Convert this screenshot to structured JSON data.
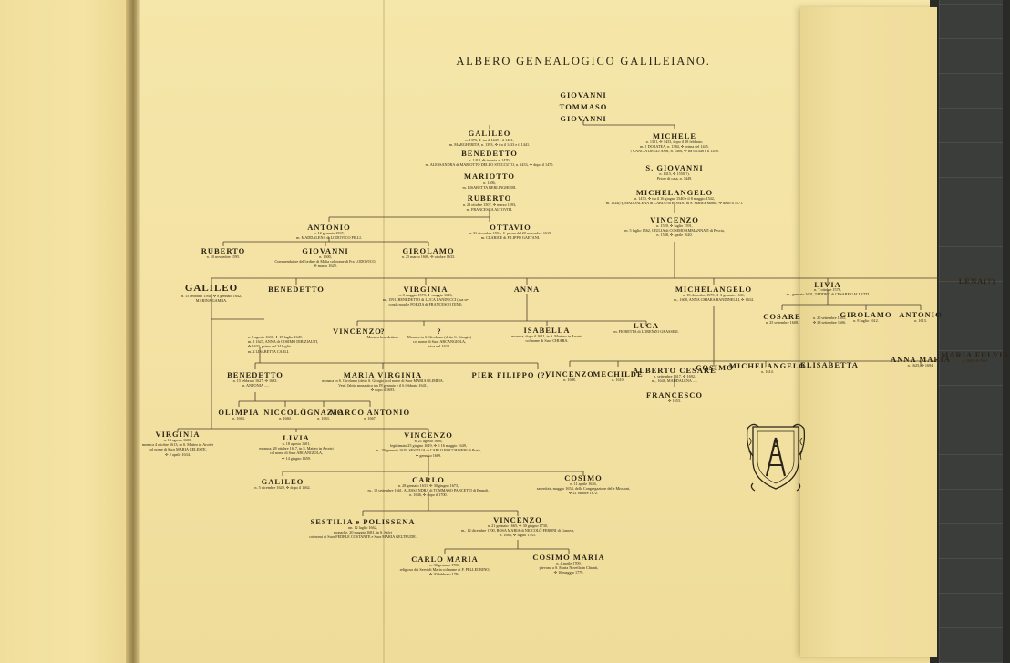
{
  "title": "ALBERO GENEALOGICO GALILEIANO.",
  "n": {
    "giovanni0": "GIOVANNI",
    "tommaso": "TOMMASO",
    "giovanni1": "GIOVANNI",
    "galileo0": "GALILEO",
    "michele": "MICHELE",
    "benedetto0": "BENEDETTO",
    "sgiovanni": "S. GIOVANNI",
    "mariotto": "MARIOTTO",
    "michelangelo0": "MICHELANGELO",
    "ruberto0": "RUBERTO",
    "vincenzo0": "VINCENZO",
    "antonio0": "ANTONIO",
    "ottavio": "OTTAVIO",
    "ruberto1": "RUBERTO",
    "giovanni2": "GIOVANNI",
    "girolamo0": "GIROLAMO",
    "galileo1": "GALILEO",
    "benedetto1": "BENEDETTO",
    "virginia0": "VIRGINIA",
    "anna": "ANNA",
    "michelangelo1": "MICHELANGELO",
    "livia0": "LIVIA",
    "lenati": "LENA(?)",
    "cosare": "COSARE",
    "girolamo1": "GIROLAMO",
    "antonio1": "ANTONIO",
    "vincenzo1": "VINCENZO",
    "isabella": "ISABELLA",
    "luca": "LUCA",
    "benedetto2": "BENEDETTO",
    "mariavirginia": "MARIA VIRGINIA",
    "pierfilippo": "PIER FILIPPO (?)",
    "vincenzo2": "VINCENZO",
    "mechilde": "MECHILDE",
    "albertocesare": "ALBERTO CESARE",
    "cosimo0": "COSIMO",
    "michelangelo2": "MICHELANGELO",
    "elisabetta": "ELISABETTA",
    "annamaria": "ANNA MARIA",
    "mariafulvia": "MARIA FULVIA",
    "francesco": "FRANCESCO",
    "olimpia": "OLIMPIA",
    "niccolo": "NICCOLÒ",
    "ignazio": "IGNAZIO",
    "marcoantonio": "MARCO ANTONIO",
    "virginia1": "VIRGINIA",
    "livia1": "LIVIA",
    "vincenzo3": "VINCENZO",
    "galileo2": "GALILEO",
    "carlo": "CARLO",
    "cosimo1": "COSIMO",
    "sestilia": "SESTILIA e POLISSENA",
    "vincenzo4": "VINCENZO",
    "carlomaria": "CARLO MARIA",
    "cosimomaria": "COSIMO MARIA"
  },
  "s": {
    "galileo0": "n. 1370, ✣ tra il 1449 e il 1451,\nm. MARGHERITA, n. 1393, ✣ tra il 1433 e il 1441.",
    "michele": "n. 1381, ✣ 1433, dopo il 28 febbraio.\nm. { DORATEA, n. 1384, ✣ prima del 1445.\n      { CANCIA DEGLI ASSI, n. 1406, ✣ tra il 1446 e il 1458.",
    "benedetto0": "n. 1418, ✣ tutavia al 1470,\nm. ALESSANDRA di MARIOTTO DELLO STECCUTO, n. 1433, ✣ dopo il 1470.",
    "sgiovanni": "n. 1415, ✣ 1550(?).\nPriore di casa, n. 1449.",
    "mariotto": "n. 1406,\nm. LISABETTA BERLINGHIERI.",
    "michelangelo0": "n. 1470, ✣ tra il 16 giugno 1540 e il 8 maggio 1542,\nm. 1524(?), MADDALENA di CARLO di BONDO di S. Maria a Monte, ✣ dopo il 1571.",
    "ruberto0": "n. 28 ottobre 1507, ✣ marzo 1593,\nm. FRANCESCA ALTOVITI.",
    "vincenzo0": "n. 1520, ✣ luglio 1591,\nm. 5 luglio 1562, GIULIA di COSIMO AMMANNATI di Pescia,\nn. 1538, ✣ aprile 1620.",
    "antonio0": "n. 12 gennaio 1567,\nm. MADDALENA di LODOVICO PILLI.",
    "ottavio": "n. 31 dicembre 1554, ✣ prima del 20 novembre 1615,\nm. CLARICE di FILIPPO GAETANI.",
    "ruberto1": "n. 10 novembre 1595.",
    "giovanni2": "n. 1600,\nCommendatore dell'ordine di Malta col nome di Fra LODOVICO,\n✣ marzo 1629.",
    "girolamo0": "n. 25 marzo 1606, ✣ ottobre 1633.",
    "galileo1": "n. 15 febbraio 1564, ✣ 8 gennaio 1642,\nMARINA GAMBA.",
    "virginia0": "n. 8 maggio 1573, ✣ maggio 1623,\nm., 1591, BENEDETTO di LUCA LANDUCCI (sua se-\nconda moglie PORZIA di FRANCESCO DINI).",
    "michelangelo1": "n. 18 dicembre 1575, ✣ 3 gennaio 1631,\nm., 1608, ANNA CHIARA BANDINELLI, ✣ 1634.",
    "livia0": "n. 7 ottobre 1578,\nm., gennaio 1601, TADDEO di CESARE GALLETTI",
    "cosare": "n. 25 settembre 1608.",
    "cosare2": "n. 20 settembre 1605,\n✣ 28 settembre 1606.",
    "girolamo1": "n. 8 luglio 1612.",
    "antonio1": "n. 1613.",
    "vincenzo1": "n. 5 agosto 1606, ✣ 15 luglio 1649.\nm. 1 1627, ANNA di COSIMO DIBIZIAUTI,\n✣ 1633, prima del 24 luglio.\nm. 2 LISABETTA CARLI.",
    "monaco": "Monaca benedettina.",
    "monaca": "Monaca in S. Girolamo (detto S. Giorgio)\ncol nome di Suor ARCANGIOLA,\nviva nel 1628.",
    "isabella": "monaca, dopo il 1611, in S. Martino in Arcetri\ncol nome di Suor CHIARA.",
    "luca": "m. FIORETTA di LORENZO GRASSINI.",
    "benedetto2": "n. 15 febbraio 1627, ✣ 1633.\nm. ANTONIA .....",
    "mariavirginia": "monaca in S. Girolamo (detto S. Giorgio) col nome di Suor MARIA OLIMPIA.\nVestì l'abito monastico tra l'8 gennaio e il 6 febbraio 1641,\n✣ dopo il 1693.",
    "vincenzo2": "n. 1608.",
    "mechilde": "n. 1610.",
    "albertocesare": "n. settembre 1617, ✣ 1692,\nm., 1648, MADDALENA .....",
    "michelangelo2": "n. 1614.",
    "annamaria": "n. 1625, ✣ 1694.",
    "mariafulvia": "n. 1626, ✣ 1664.",
    "francesco": "✣ 1653.",
    "olimpia": "n. 1664.",
    "niccolo": "n. 1660.",
    "ignazio": "n. 1663.",
    "marcoantonio": "n. 1667.",
    "virginia1": "n. 13 agosto 1600,\nmonaca 4 ottobre 1613, in S. Matteo in Arcetri\ncol nome di Suor MARIA CELESTE,\n✣ 2 aprile 1634.",
    "livia1": "n. 18 agosto 1601,\nmonaca, 28 ottobre 1617, in S. Matteo in Arcetri\ncol nome di Suor ARCANGIOLA,\n✣ 14 giugno 1659.",
    "vincenzo3": "n. 21 agosto 1606,\nlegittimato 25 giugno 1619, ✣ il 16 maggio 1649,\nm., 29 gennaio 1629, SESTILIA di CARLO BOCCHINERI di Prato,\n✣ gennaio 1669.",
    "galileo2": "n. 5 dicembre 1629, ✣ dopo il 1662.",
    "carlo": "n. 28 gennaio 1631, ✣ 30 giugno 1673,\nm., 12 settembre 1661, ALESSANDRA di TOMMASO PANCETTI di Empoli,\nn. 1646, ✣ dopo il 1700.",
    "cosimo1": "n. 11 aprile 1636,\nsacerdote, maggio 1654, della Congregazione delle Missioni,\n✣ 21 ottobre 1672.",
    "sestilia": "nn. 12 luglio 1662,\nmonache, 20 maggio 1681, in S. Salvi\ncoi nomi di Suor FEDELE COSTANTE e Suor MARIA GELTRUDE.",
    "vincenzo4": "n. 21 gennaio 1665, ✣ 30 giugno 1730,\nm., 12 dicembre 1700, ROSA MARIA di NICCOLÒ FERONI di Ganova,\nn. 1683, ✣ luglio 1733.",
    "carlomaria": "n. 30 gennaio 1706,\nreligioso dei Servi di Maria col nome di F. PELLEGRINO,\n✣ 20 febbraio 1784.",
    "cosimomaria": "n. 4 aprile 1709,\npievano a S. Maria Novella in Chianti,\n✣ 16 maggio 1779."
  },
  "glyph": "?",
  "emblem": "ladder-coat-of-arms"
}
